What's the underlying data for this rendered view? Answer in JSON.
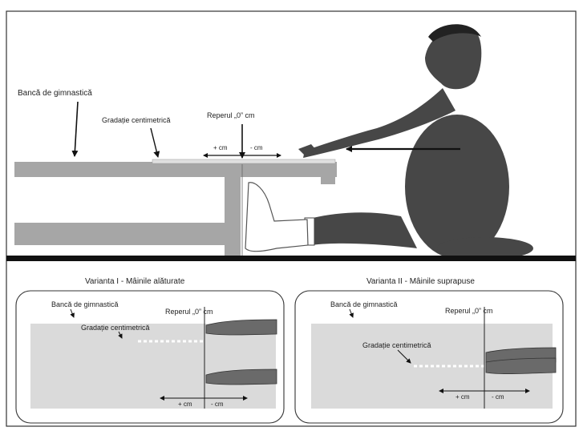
{
  "top_section": {
    "bench_label": "Bancă de gimnastică",
    "scale_label": "Gradație centimetrică",
    "reference_label": "Reperul „0” cm",
    "plus_cm": "+ cm",
    "minus_cm": "- cm"
  },
  "panels": [
    {
      "title": "Varianta I - Mâinile alăturate",
      "bench_label": "Bancă de gimnastică",
      "reference_label": "Reperul „0” cm",
      "scale_label": "Gradație centimetrică",
      "plus_cm": "+ cm",
      "minus_cm": "- cm"
    },
    {
      "title": "Varianta II - Mâinile suprapuse",
      "bench_label": "Bancă de gimnastică",
      "reference_label": "Reperul „0” cm",
      "scale_label": "Gradație centimetrică",
      "plus_cm": "+ cm",
      "minus_cm": "- cm"
    }
  ],
  "colors": {
    "bench": "#a6a6a6",
    "body": "#474747",
    "panel_fill": "#dadada",
    "divider": "#111111",
    "hand": "#6a6a6a"
  }
}
